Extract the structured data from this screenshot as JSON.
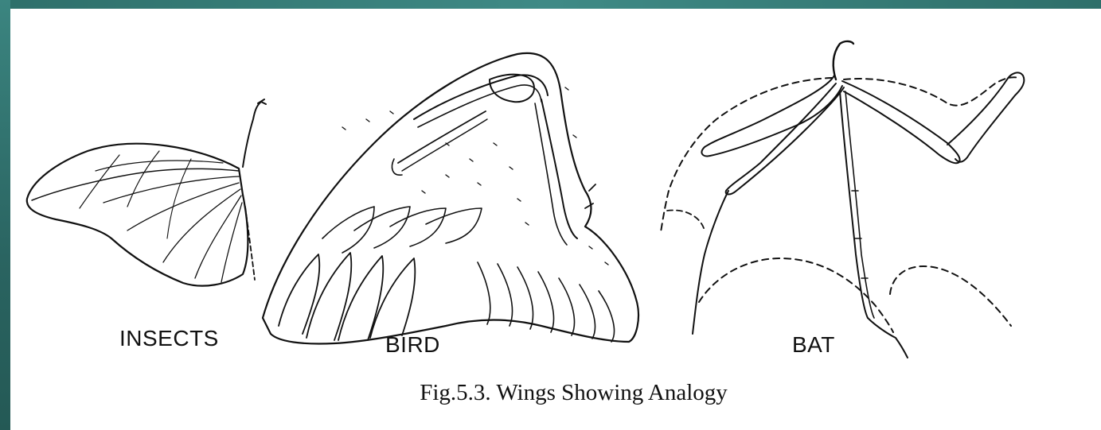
{
  "labels": {
    "insects": "INSECTS",
    "bird": "BIRD",
    "bat": "BAT"
  },
  "caption": "Fig.5.3. Wings Showing Analogy",
  "colors": {
    "frame": "#2e6f6a",
    "ink": "#111111",
    "background": "#ffffff"
  }
}
